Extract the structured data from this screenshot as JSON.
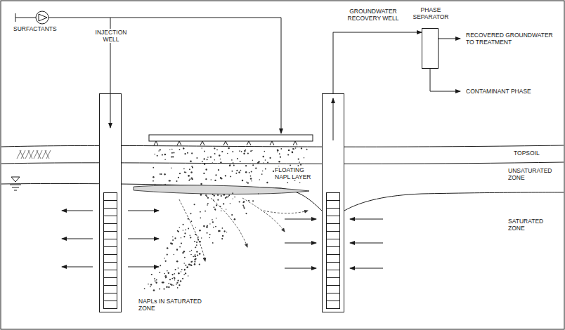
{
  "diagram": {
    "nodes": [
      {
        "text": [
          "INJECTION WELL"
        ]
      },
      {
        "text": [
          "GROUNDWATER RECOVERY WELL"
        ]
      },
      {
        "text": [
          "PHASE SEPARATOR"
        ]
      }
    ],
    "edges": [
      {
        "from": 1,
        "to": 2,
        "arrow": "to"
      }
    ],
    "labels": [
      "SURFACTANTS",
      "RECOVERED GROUNDWATER TO TREATMENT",
      "CONTAMINANT PHASE",
      "TOPSOIL",
      "FLOATING NAPL LAYER",
      "UNSATURATED ZONE",
      "SATURATED ZONE",
      "NAPLs IN SATURATED ZONE"
    ]
  }
}
